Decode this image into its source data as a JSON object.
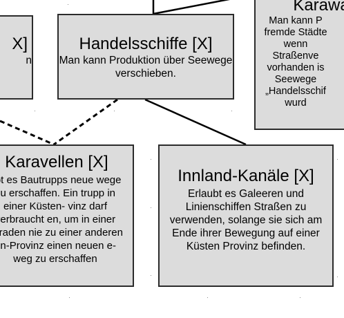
{
  "diagram": {
    "nodes": [
      {
        "id": "partial-left",
        "title": "X]",
        "description": "n"
      },
      {
        "id": "handelsschiffe",
        "title": "Handelsschiffe [X]",
        "description": "Man kann Produktion über Seewege verschieben."
      },
      {
        "id": "karawane",
        "title": "Karawa",
        "description": "Man kann P fremde Städte wenn Straßenve vorhanden is Seewege „Handelsschif wurd"
      },
      {
        "id": "karavellen",
        "title": "Karavellen [X]",
        "description": "ubt es Bautrupps neue wege zu erschaffen. Ein trupp in einer Küsten- vinz darf verbraucht en, um in einer geraden nie zu einer anderen en-Provinz einen neuen e-weg zu erschaffen"
      },
      {
        "id": "kanaele",
        "title": "Innland-Kanäle [X]",
        "description": "Erlaubt es Galeeren und Linienschiffen Straßen zu verwenden, solange sie sich am Ende ihrer Bewegung auf einer Küsten Provinz befinden."
      }
    ],
    "connectors": [
      {
        "from": "top-edge",
        "to": "handelsschiffe",
        "style": "solid"
      },
      {
        "from": "handelsschiffe",
        "to": "karawane",
        "style": "solid"
      },
      {
        "from": "partial-left",
        "to": "karavellen",
        "style": "dashed"
      },
      {
        "from": "handelsschiffe",
        "to": "karavellen",
        "style": "dashed"
      },
      {
        "from": "handelsschiffe",
        "to": "kanaele",
        "style": "solid"
      }
    ],
    "colors": {
      "node_fill": "#dcdcdc",
      "node_border": "#2b2b2b",
      "connector": "#000000",
      "background": "#ffffff"
    }
  }
}
